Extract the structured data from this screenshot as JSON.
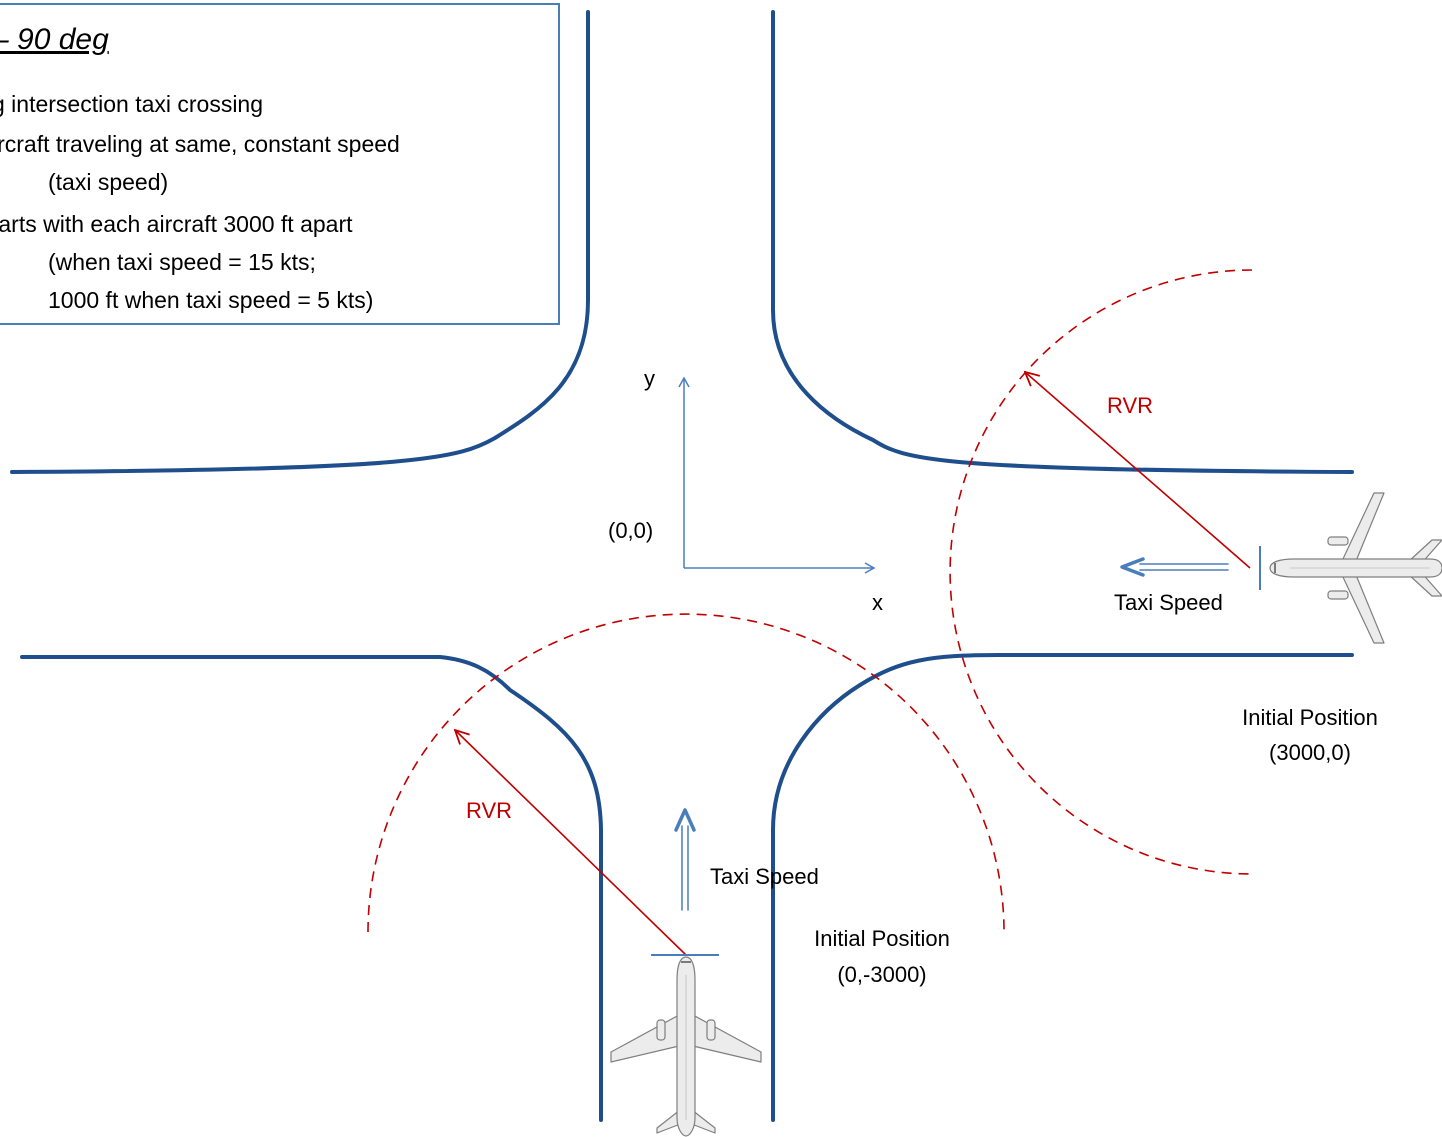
{
  "info_box": {
    "title": "– 90 deg",
    "lines": [
      "g intersection taxi crossing",
      "ircraft traveling at same, constant speed",
      "(taxi speed)",
      "tarts with each aircraft 3000 ft apart",
      "(when taxi speed = 15 kts;",
      "1000 ft when taxi speed = 5 kts)"
    ]
  },
  "axes": {
    "x_label": "x",
    "y_label": "y",
    "origin_label": "(0,0)"
  },
  "aircraft_south": {
    "rvr_label": "RVR",
    "speed_label": "Taxi Speed",
    "position_title": "Initial Position",
    "position_coords": "(0,-3000)"
  },
  "aircraft_east": {
    "rvr_label": "RVR",
    "speed_label": "Taxi Speed",
    "position_title": "Initial Position",
    "position_coords": "(3000,0)"
  },
  "colors": {
    "taxiway_edge": "#1f4e8c",
    "rvr": "#c00000",
    "axis": "#4a7ebb",
    "arrow": "#4a7ebb",
    "box_border": "#4a7ebb"
  }
}
